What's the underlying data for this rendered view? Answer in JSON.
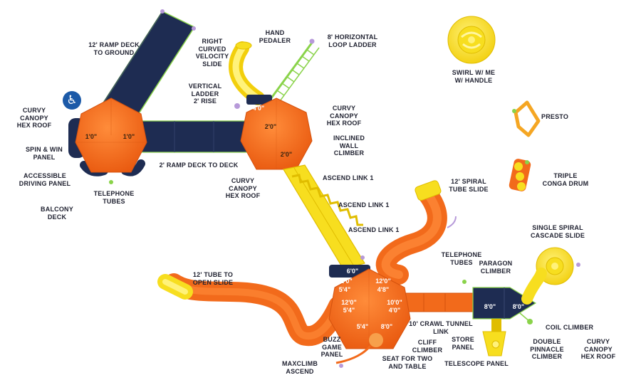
{
  "colors": {
    "orange": "#f26a1b",
    "orange_dark": "#d4520e",
    "yellow": "#f7de1f",
    "yellow_dark": "#e0bd00",
    "navy": "#1e2c52",
    "green": "#8ad34a",
    "lavender": "#b79ad9",
    "text": "#1f2130",
    "ada_blue": "#1c5aa8"
  },
  "icons": {
    "accessibility": "wheelchair-icon"
  },
  "labels": {
    "ramp_deck_12": "12' RAMP DECK\nTO GROUND",
    "curvy_roof_left": "CURVY\nCANOPY\nHEX ROOF",
    "spin_win": "SPIN & WIN\nPANEL",
    "accessible_driving": "ACCESSIBLE\nDRIVING PANEL",
    "balcony_deck": "BALCONY\nDECK",
    "telephone_tubes_left": "TELEPHONE\nTUBES",
    "ramp_deck_2": "2' RAMP DECK TO DECK",
    "right_curved_slide": "RIGHT\nCURVED\nVELOCITY\nSLIDE",
    "vertical_ladder": "VERTICAL\nLADDER\n2' RISE",
    "hand_pedaler": "HAND\nPEDALER",
    "horizontal_loop_ladder": "8' HORIZONTAL\nLOOP LADDER",
    "curvy_roof_center": "CURVY\nCANOPY\nHEX ROOF",
    "inclined_wall": "INCLINED\nWALL CLIMBER",
    "curvy_roof_lower": "CURVY\nCANOPY\nHEX ROOF",
    "ascend_link_a": "ASCEND LINK 1",
    "ascend_link_b": "ASCEND LINK 1",
    "ascend_link_c": "ASCEND LINK 1",
    "swirl": "SWIRL w/ ME\nw/ HANDLE",
    "presto": "PRESTO",
    "triple_conga": "TRIPLE\nCONGA DRUM",
    "spiral_tube_slide": "12' SPIRAL\nTUBE SLIDE",
    "single_spiral_cascade": "SINGLE SPIRAL\nCASCADE SLIDE",
    "telephone_tubes_right": "TELEPHONE\nTUBES",
    "paragon_climber": "PARAGON\nCLIMBER",
    "tube_to_open_slide": "12' TUBE TO\nOPEN SLIDE",
    "crawl_tunnel": "10' CRAWL TUNNEL\nLINK",
    "coil_climber": "COIL CLIMBER",
    "buzz_game": "BUZZ GAME\nPANEL",
    "cliff_climber": "CLIFF\nCLIMBER",
    "store_panel": "STORE\nPANEL",
    "double_pinnacle": "DOUBLE\nPINNACLE\nCLIMBER",
    "curvy_roof_right": "CURVY\nCANOPY\nHEX ROOF",
    "maxclimb": "MAXCLIMB ASCEND",
    "seat_for_two": "SEAT FOR TWO\nAND TABLE",
    "telescope_panel": "TELESCOPE PANEL"
  },
  "dims": {
    "left_a": "1'0\"",
    "left_b": "1'0\"",
    "center_top": "4'0\"",
    "center_a": "2'0\"",
    "center_b": "2'0\"",
    "lower_top": "6'0\"",
    "lower_12a": "12'0\"",
    "lower_12b": "12'0\"",
    "lower_54a": "5'4\"",
    "lower_48": "4'8\"",
    "lower_12c": "12'0\"",
    "lower_10": "10'0\"",
    "lower_54b": "5'4\"",
    "lower_40": "4'0\"",
    "lower_54c": "5'4\"",
    "lower_80": "8'0\"",
    "right_deck_a": "8'0\"",
    "right_deck_b": "8'0\""
  }
}
